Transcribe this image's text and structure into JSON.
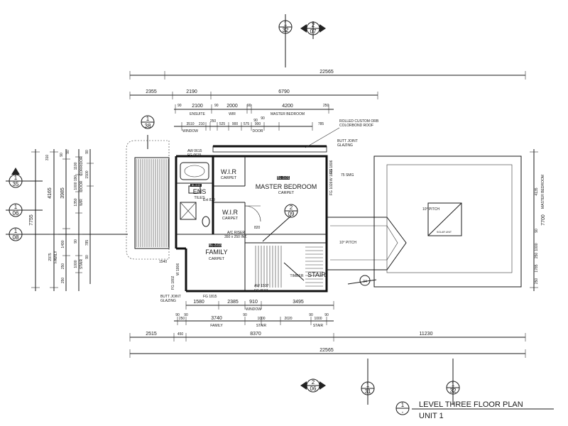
{
  "title": {
    "main": "LEVEL THREE FLOOR PLAN",
    "sub": "UNIT 1",
    "marker_top": "1",
    "marker_bottom": "-"
  },
  "rooms": {
    "master_bedroom": {
      "name": "MASTER BEDROOM",
      "finish": "CARPET",
      "tag": "BL-3.01"
    },
    "wir1": {
      "name": "W.I.R",
      "finish": "CARPET"
    },
    "wir2": {
      "name": "W.I.R",
      "finish": "CARPET"
    },
    "ens": {
      "name": "ENS",
      "finish": "TILES",
      "tag": "BL-3.02"
    },
    "family": {
      "name": "FAMILY",
      "finish": "CARPET",
      "tag": "BL-3.03"
    },
    "stair": {
      "name": "STAIR"
    },
    "timber": "TIMBER"
  },
  "labels": {
    "rolled_roof": [
      "ROLLED CUSTOM ORB",
      "COLORBOND ROOF"
    ],
    "butt_joint_top": [
      "BUTT JOINT",
      "GLAZING"
    ],
    "butt_joint_bottom": [
      "BUTT JOINT",
      "GLAZING"
    ],
    "ac_riser": [
      "A/C RISER",
      "350 x 250 INT."
    ],
    "pitch_10": "10° PITCH",
    "pitch_10b": "10° PITCH",
    "solar_unit": "SOLAR UNIT",
    "ext_820": "Ext 820",
    "d820": "820",
    "smg": "75 SMG",
    "aw0615": "AW 0615",
    "fg0615": "FG 0615",
    "fg1815": "FG 1815",
    "aw1507": "AW 1507",
    "fg0507": "FG 0507",
    "fg1026": "FG 1026",
    "w1026": "W 1026",
    "fg1806": "FG 1806",
    "fg1815b": "FG 1815",
    "fg1802": "FG 1802",
    "w1806": "W 1806",
    "a1540": "1540"
  },
  "markers": {
    "top_a": {
      "num": "1",
      "ref": "32"
    },
    "top_b": {
      "num": "2",
      "ref": "07"
    },
    "left_a": {
      "num": "1",
      "ref": "35"
    },
    "left_b": {
      "num": "1",
      "ref": "06"
    },
    "left_c": {
      "num": "1",
      "ref": "08"
    },
    "stairs_38": {
      "num": "1",
      "ref": "38"
    },
    "plan_09": {
      "num": "2",
      "ref": "09"
    },
    "right_34": {
      "num": "1",
      "ref": "34"
    },
    "bot_a": {
      "num": "2",
      "ref": "06"
    },
    "bot_b": {
      "num": "1",
      "ref": "31"
    },
    "bot_c": {
      "num": "1",
      "ref": "32"
    }
  },
  "dims_top": {
    "overall": "22565",
    "row2": [
      "2355",
      "2190",
      "6790"
    ],
    "row3": [
      "90",
      "2100",
      "90",
      "2000",
      "90",
      "4200",
      "250"
    ],
    "row3_names": [
      "ENSUITE",
      "WIR",
      "MASTER BEDROOM"
    ],
    "row4": [
      "3510",
      "210",
      "250",
      "525",
      "900",
      "575",
      "900",
      "785"
    ],
    "row4_names": [
      "WINDOW",
      "DOOR"
    ],
    "row4_sub": [
      "90",
      "90"
    ]
  },
  "dims_bottom": {
    "row1": [
      "1580",
      "2385",
      "910",
      "3495"
    ],
    "row1_name": "WINDOW",
    "row2": [
      "90",
      "90",
      "3740",
      "90",
      "1000",
      "2020",
      "90",
      "1000",
      "90"
    ],
    "row2_sub": [
      "250"
    ],
    "row2_names": [
      "FAMILY",
      "STAIR",
      "STAIR"
    ],
    "row3": [
      "2515",
      "450",
      "8370",
      "11230"
    ],
    "overall": "22565"
  },
  "dims_left": {
    "outer": "7755",
    "col2": [
      "4165",
      "2975"
    ],
    "col3": [
      "3985",
      "1490"
    ],
    "col4": [
      "310",
      "90",
      "1100",
      "190",
      "1000",
      "1350",
      "90",
      "250",
      "1000",
      "250"
    ],
    "col4_names": [
      "CORRIDOR",
      "DOOR",
      "WIR",
      "STAIR"
    ],
    "col5": [
      "90",
      "90",
      "1500",
      "785",
      "90"
    ],
    "names": [
      "FAMILY",
      "STAIR"
    ]
  },
  "dims_right": {
    "outer": "7700",
    "col1": [
      "4135",
      "1785",
      "250",
      "90"
    ],
    "col1_name": "MASTER BEDROOM",
    "col1_sub": [
      "1000",
      "250"
    ]
  }
}
